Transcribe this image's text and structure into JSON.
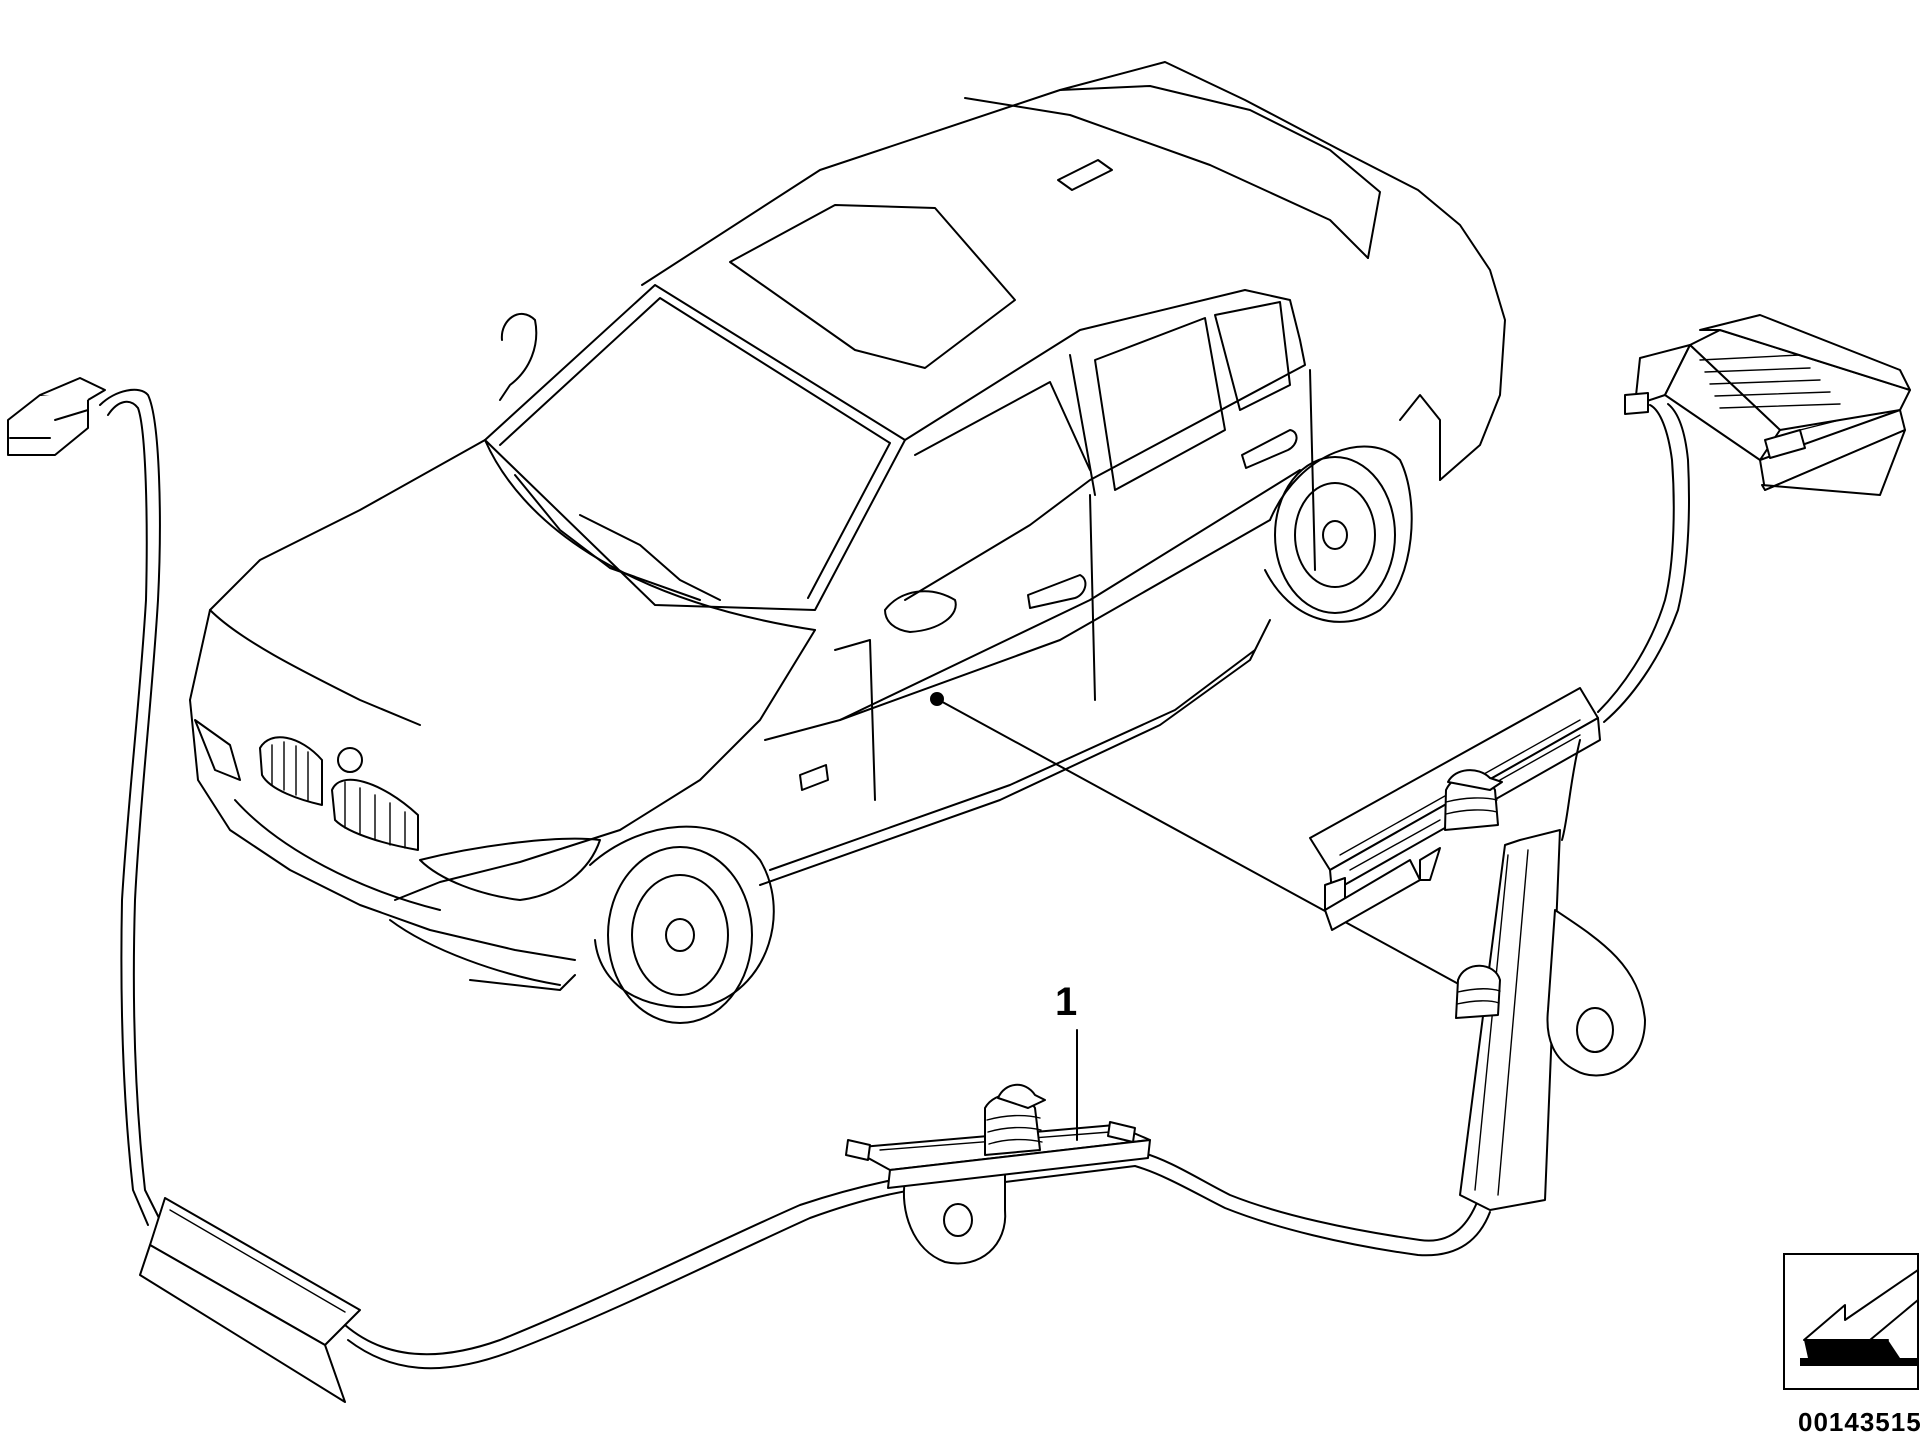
{
  "diagram": {
    "callouts": [
      {
        "number": "1"
      }
    ],
    "diagram_id": "00143515",
    "colors": {
      "line": "#000000",
      "background": "#ffffff"
    },
    "icons": [
      "car-outline",
      "sensor-cable-harness",
      "orientation-arrow-icon"
    ]
  }
}
